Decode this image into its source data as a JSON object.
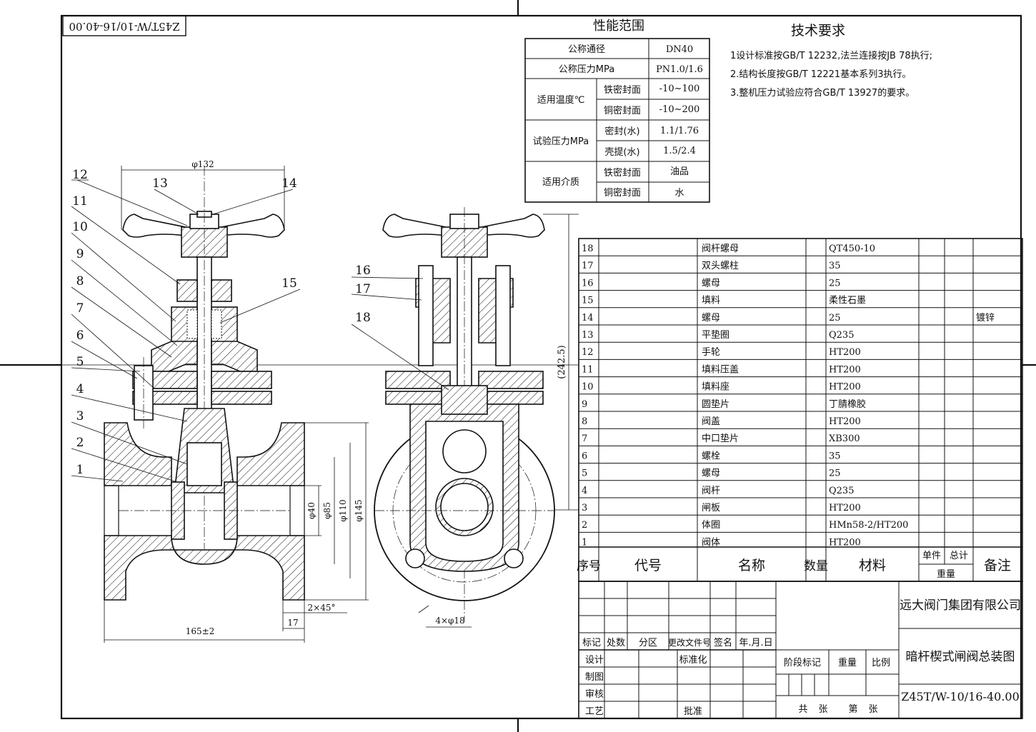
{
  "drawing_code_rotated": "Z45T/W-10/16-40.00",
  "performance": {
    "title": "性能范围",
    "rows": {
      "nominal_diameter": {
        "label": "公称通径",
        "value": "DN40"
      },
      "nominal_pressure": {
        "label": "公称压力MPa",
        "value": "PN1.0/1.6"
      },
      "temperature": {
        "label": "适用温度℃",
        "sub": [
          {
            "label": "铁密封面",
            "value": "-10~100"
          },
          {
            "label": "铜密封面",
            "value": "-10~200"
          }
        ]
      },
      "test_pressure": {
        "label": "试验压力MPa",
        "sub": [
          {
            "label": "密封(水)",
            "value": "1.1/1.76"
          },
          {
            "label": "壳提(水)",
            "value": "1.5/2.4"
          }
        ]
      },
      "medium": {
        "label": "适用介质",
        "sub": [
          {
            "label": "铁密封面",
            "value": "油品"
          },
          {
            "label": "铜密封面",
            "value": "水"
          }
        ]
      }
    }
  },
  "tech": {
    "title": "技术要求",
    "items": [
      "1设计标准按GB/T 12232,法兰连接按JB 78执行;",
      "2.结构长度按GB/T 12221基本系列3执行。",
      "3.整机压力试验应符合GB/T 13927的要求。"
    ]
  },
  "leaders": [
    "12",
    "13",
    "14",
    "11",
    "10",
    "9",
    "15",
    "8",
    "7",
    "6",
    "5",
    "4",
    "3",
    "2",
    "1",
    "16",
    "17",
    "18"
  ],
  "dims": {
    "phi132": "φ132",
    "d40": "φ40",
    "d85": "φ85",
    "d110": "φ110",
    "d145": "φ145",
    "chamfer": "2×45°",
    "len17": "17",
    "len165": "165±2",
    "holes": "4×φ18",
    "height": "(242.5)"
  },
  "parts": [
    {
      "no": "18",
      "name": "阀杆螺母",
      "material": "QT450-10",
      "remark": ""
    },
    {
      "no": "17",
      "name": "双头螺柱",
      "material": "35",
      "remark": ""
    },
    {
      "no": "16",
      "name": "螺母",
      "material": "25",
      "remark": ""
    },
    {
      "no": "15",
      "name": "填料",
      "material": "柔性石墨",
      "remark": ""
    },
    {
      "no": "14",
      "name": "螺母",
      "material": "25",
      "remark": "镀锌"
    },
    {
      "no": "13",
      "name": "平垫圈",
      "material": "Q235",
      "remark": ""
    },
    {
      "no": "12",
      "name": "手轮",
      "material": "HT200",
      "remark": ""
    },
    {
      "no": "11",
      "name": "填料压盖",
      "material": "HT200",
      "remark": ""
    },
    {
      "no": "10",
      "name": "填料座",
      "material": "HT200",
      "remark": ""
    },
    {
      "no": "9",
      "name": "圆垫片",
      "material": "丁腈橡胶",
      "remark": ""
    },
    {
      "no": "8",
      "name": "阀盖",
      "material": "HT200",
      "remark": ""
    },
    {
      "no": "7",
      "name": "中口垫片",
      "material": "XB300",
      "remark": ""
    },
    {
      "no": "6",
      "name": "螺栓",
      "material": "35",
      "remark": ""
    },
    {
      "no": "5",
      "name": "螺母",
      "material": "25",
      "remark": ""
    },
    {
      "no": "4",
      "name": "阀杆",
      "material": "Q235",
      "remark": ""
    },
    {
      "no": "3",
      "name": "闸板",
      "material": "HT200",
      "remark": ""
    },
    {
      "no": "2",
      "name": "体圈",
      "material": "HMn58-2/HT200",
      "remark": ""
    },
    {
      "no": "1",
      "name": "阀体",
      "material": "HT200",
      "remark": ""
    }
  ],
  "bom_header": {
    "no": "序号",
    "code": "代号",
    "name": "名称",
    "qty": "数量",
    "material": "材料",
    "unit": "单件",
    "total": "总计",
    "weight": "重量",
    "remark": "备注"
  },
  "titleblock": {
    "company": "远大阀门集团有限公司",
    "drawing_name": "暗杆楔式闸阀总装图",
    "drawing_no": "Z45T/W-10/16-40.00",
    "rev_labels": [
      "标记",
      "处数",
      "分区",
      "更改文件号",
      "签名",
      "年.月.日"
    ],
    "roles": [
      "设计",
      "制图",
      "审核",
      "工艺"
    ],
    "std": "标准化",
    "approve": "批准",
    "stage": "阶段标记",
    "weight": "重量",
    "scale": "比例",
    "sheets_total": "共",
    "sheet_unit1": "张",
    "sheet_no": "第",
    "sheet_unit2": "张"
  }
}
